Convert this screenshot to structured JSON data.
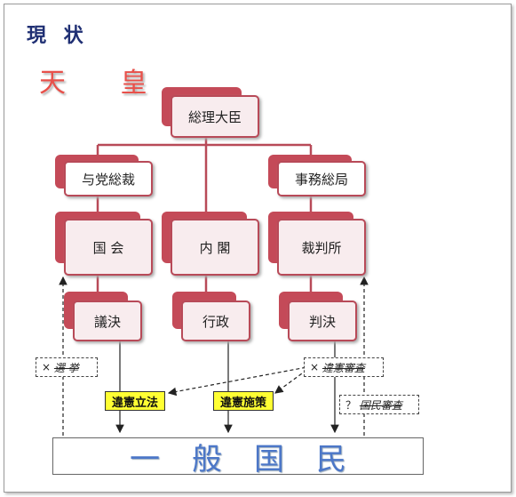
{
  "title": "現 状",
  "emperor": "天 皇",
  "nodes": {
    "pm": "総理大臣",
    "party_leader": "与党総裁",
    "secretariat": "事務総局",
    "diet": "国 会",
    "cabinet": "内 閣",
    "court": "裁判所",
    "resolution": "議決",
    "administration": "行政",
    "judgment": "判決"
  },
  "notes": {
    "election_mark": "×",
    "election": "選 挙",
    "review_mark": "×",
    "review": "違憲審査",
    "national_review_mark": "？",
    "national_review": "国民審査"
  },
  "highlights": {
    "unconstitutional_law": "違憲立法",
    "unconstitutional_policy": "違憲施策"
  },
  "people": "一般国民",
  "colors": {
    "accent": "#b84a58",
    "title": "#1f2f73",
    "emperor": "#e8504a",
    "highlight": "#ffff33",
    "people": "#4c77c8"
  }
}
